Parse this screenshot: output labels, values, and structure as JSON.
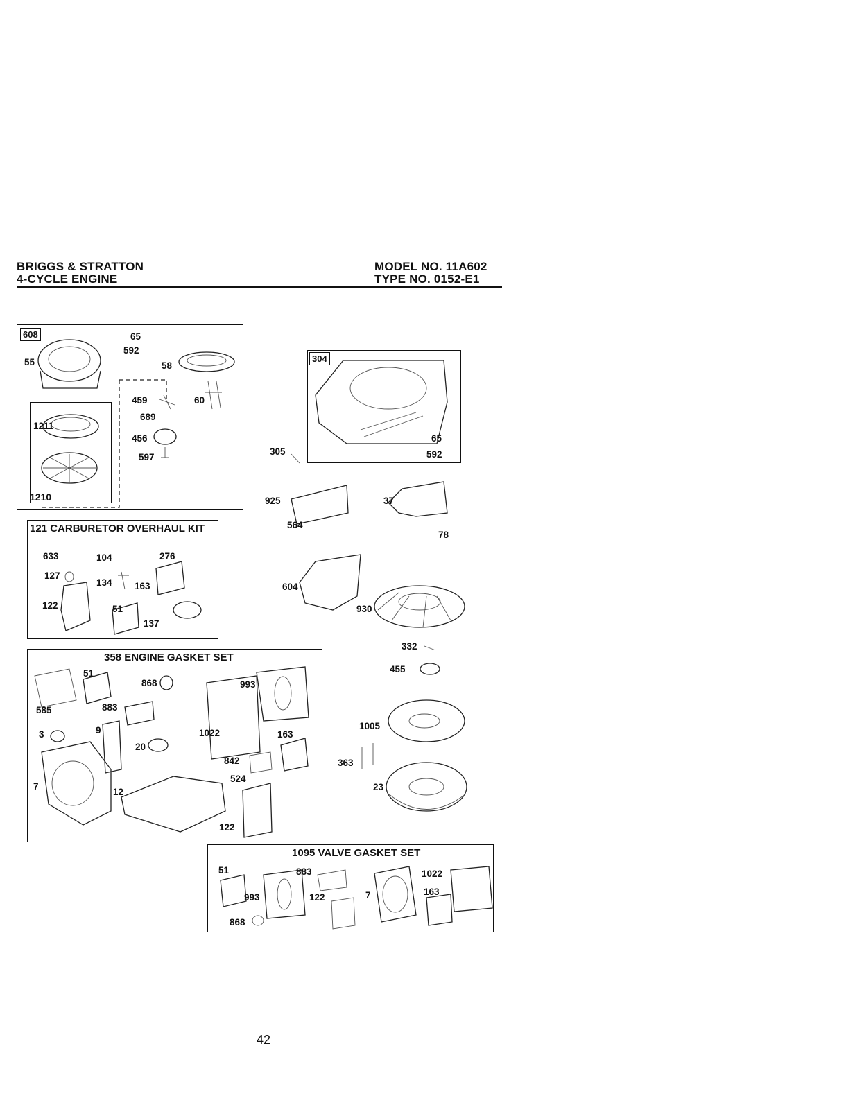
{
  "header": {
    "left_line1": "BRIGGS & STRATTON",
    "left_line2": "4-CYCLE ENGINE",
    "right_line1": "MODEL NO. 11A602",
    "right_line2": "TYPE NO. 0152-E1"
  },
  "boxes": {
    "blower": {
      "tag": "608",
      "subtag": "1210"
    },
    "housing": {
      "tag": "304"
    },
    "carb_kit": {
      "title": "121 CARBURETOR OVERHAUL KIT"
    },
    "engine_gasket": {
      "title": "358 ENGINE GASKET SET"
    },
    "valve_gasket": {
      "title": "1095 VALVE GASKET SET"
    }
  },
  "labels": {
    "b1": "65",
    "b2": "592",
    "b3": "55",
    "b4": "58",
    "b5": "459",
    "b6": "60",
    "b7": "689",
    "b8": "1211",
    "b9": "456",
    "b10": "597",
    "h1": "305",
    "h2": "65",
    "h3": "592",
    "m1": "925",
    "m2": "37",
    "m3": "78",
    "m4": "564",
    "m5": "604",
    "m6": "930",
    "m7": "332",
    "m8": "455",
    "m9": "1005",
    "m10": "363",
    "m11": "23",
    "c1": "633",
    "c2": "104",
    "c3": "276",
    "c4": "127",
    "c5": "134",
    "c6": "163",
    "c7": "122",
    "c8": "51",
    "c9": "137",
    "g1": "51",
    "g2": "868",
    "g3": "993",
    "g4": "585",
    "g5": "883",
    "g6": "3",
    "g7": "9",
    "g8": "1022",
    "g9": "163",
    "g10": "20",
    "g11": "842",
    "g12": "7",
    "g13": "12",
    "g14": "524",
    "g15": "122",
    "v1": "51",
    "v2": "883",
    "v3": "1022",
    "v4": "993",
    "v5": "122",
    "v6": "7",
    "v7": "163",
    "v8": "868"
  },
  "page_number": "42"
}
